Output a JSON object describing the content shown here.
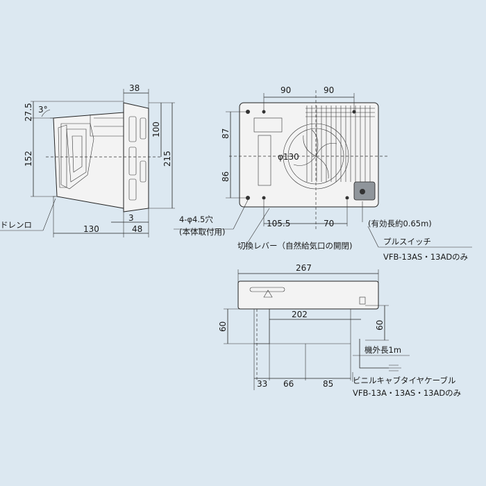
{
  "dims": {
    "side_top_38": "38",
    "side_27_5": "27.5",
    "side_angle": "3°",
    "side_152": "152",
    "side_100": "100",
    "side_215": "215",
    "side_3": "3",
    "side_130": "130",
    "side_48": "48",
    "front_90_left": "90",
    "front_90_right": "90",
    "front_87": "87",
    "front_86": "86",
    "front_phi130": "φ130",
    "front_105_5": "105.5",
    "front_70": "70",
    "bottom_267": "267",
    "bottom_202": "202",
    "bottom_60_left": "60",
    "bottom_60_right": "60",
    "bottom_33": "33",
    "bottom_66": "66",
    "bottom_85": "85"
  },
  "labels": {
    "drain": "ドレンロ",
    "holes_line1": "4-φ4.5穴",
    "holes_line2": "(本体取付用)",
    "lever": "切換レバー（自然給気口の開閉)",
    "effective_length": "(有効長約0.65m)",
    "pull_switch": "プルスイッチ",
    "pull_switch_models": "VFB-13AS・13ADのみ",
    "outside_length": "機外長1m",
    "cable": "ビニルキャブタイヤケーブル",
    "cable_models": "VFB-13A・13AS・13ADのみ"
  }
}
